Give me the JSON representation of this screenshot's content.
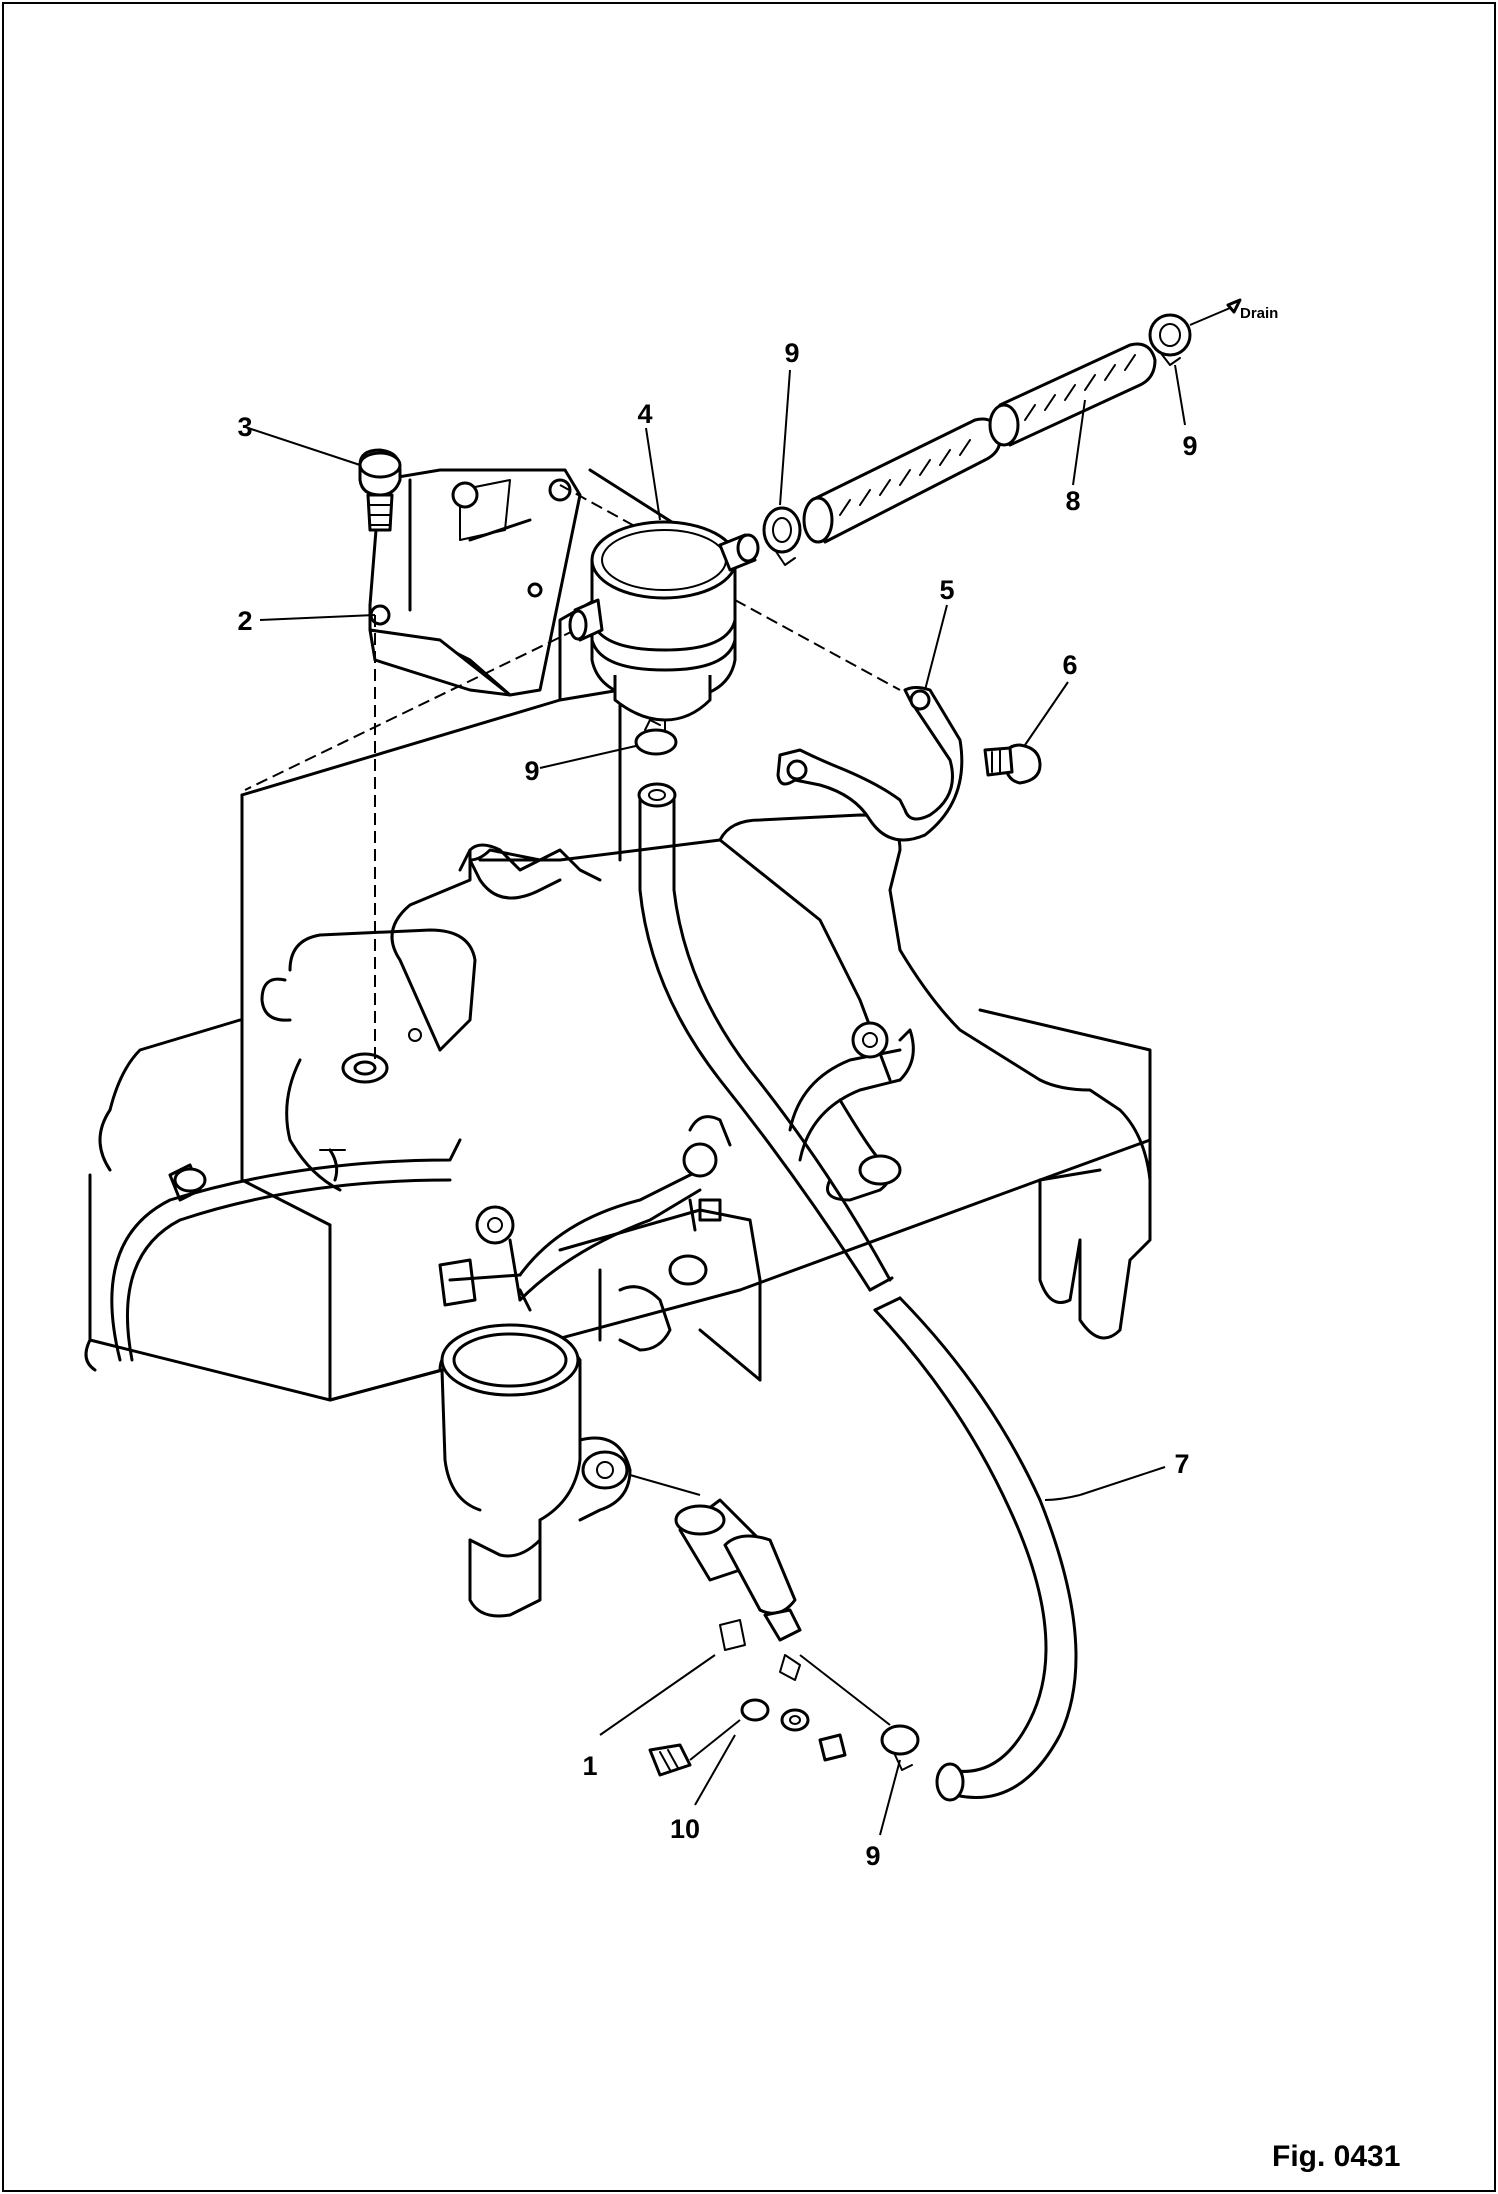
{
  "figure": {
    "label": "Fig. 0431",
    "drain_label": "Drain"
  },
  "callouts": [
    {
      "id": "c3",
      "text": "3"
    },
    {
      "id": "c4",
      "text": "4"
    },
    {
      "id": "c9a",
      "text": "9"
    },
    {
      "id": "c8",
      "text": "8"
    },
    {
      "id": "c9b",
      "text": "9"
    },
    {
      "id": "c2",
      "text": "2"
    },
    {
      "id": "c5",
      "text": "5"
    },
    {
      "id": "c6",
      "text": "6"
    },
    {
      "id": "c9c",
      "text": "9"
    },
    {
      "id": "c7",
      "text": "7"
    },
    {
      "id": "c1",
      "text": "1"
    },
    {
      "id": "c10",
      "text": "10"
    },
    {
      "id": "c9d",
      "text": "9"
    }
  ]
}
